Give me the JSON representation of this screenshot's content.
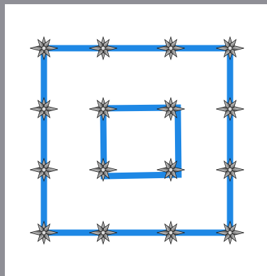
{
  "puzzle": {
    "grid_columns": 4,
    "grid_rows": 4,
    "outer_loop_vertices": [
      [
        0,
        0
      ],
      [
        3,
        0
      ],
      [
        3,
        3
      ],
      [
        0,
        3
      ]
    ],
    "inner_loop_vertices": [
      [
        1,
        1
      ],
      [
        2,
        1
      ],
      [
        2,
        2
      ],
      [
        1,
        2
      ]
    ]
  },
  "colors": {
    "frame": "#8f8f96",
    "background": "#ffffff",
    "line": "#1e88e5",
    "star_light": "#d8d8d8",
    "star_dark": "#1a1a1a"
  },
  "icons": {
    "node": "star-node-icon"
  }
}
